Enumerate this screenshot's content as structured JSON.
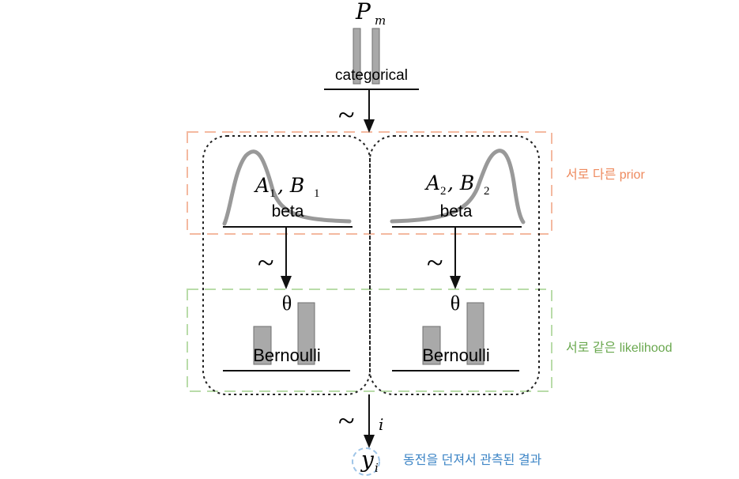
{
  "top": {
    "symbol": "P",
    "symbol_sub": "m",
    "dist_label": "categorical"
  },
  "left_plate": {
    "params": "A",
    "params_sub1": "1",
    "params_sep": " , B",
    "params_sub2": "1",
    "prior_label": "beta",
    "theta": "θ",
    "likelihood_label": "Bernoulli"
  },
  "right_plate": {
    "params": "A",
    "params_sub1": "2",
    "params_sep": " , B",
    "params_sub2": "2",
    "prior_label": "beta",
    "theta": "θ",
    "likelihood_label": "Bernoulli"
  },
  "tilde": "~",
  "index_label": "i",
  "output": {
    "symbol": "y",
    "symbol_sub": "i"
  },
  "annotations": {
    "prior_note": "서로 다른 prior",
    "likelihood_note": "서로 같은 likelihood",
    "result_note": "동전을 던져서 관측된 결과"
  },
  "colors": {
    "prior_box": "#f4b9a0",
    "likelihood_box": "#b9dca9",
    "prior_text": "#ee8a5e",
    "likelihood_text": "#6aa84f",
    "result_text": "#3d85c6",
    "result_circle": "#9fc5e8",
    "bar_fill": "#a9a9a9",
    "curve": "#999999"
  }
}
